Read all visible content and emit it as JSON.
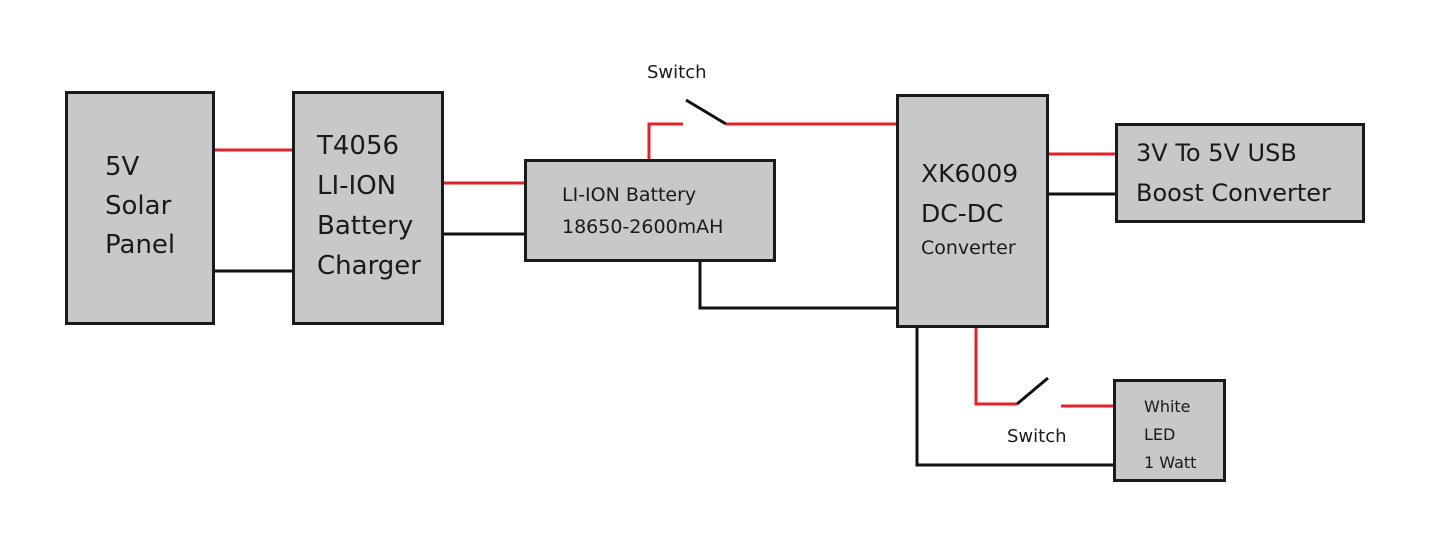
{
  "colors": {
    "positive_wire": "#e0222a",
    "negative_wire": "#111111",
    "block_fill": "#c8c8c8",
    "block_border": "#1a1a1a",
    "background": "#ffffff"
  },
  "blocks": {
    "solar_panel": {
      "lines": [
        "5V",
        "Solar",
        "Panel"
      ]
    },
    "charger": {
      "lines": [
        "T4056",
        "LI-ION",
        "Battery",
        "Charger"
      ]
    },
    "battery": {
      "lines": [
        "LI-ION Battery",
        "18650-2600mAH"
      ]
    },
    "dcdc": {
      "lines": [
        "XK6009",
        "DC-DC",
        "Converter"
      ]
    },
    "usb_boost": {
      "lines": [
        "3V To 5V USB",
        "Boost Converter"
      ]
    },
    "led": {
      "lines": [
        "White",
        "LED",
        "1 Watt"
      ]
    }
  },
  "switches": {
    "top": {
      "label": "Switch"
    },
    "bottom": {
      "label": "Switch"
    }
  }
}
